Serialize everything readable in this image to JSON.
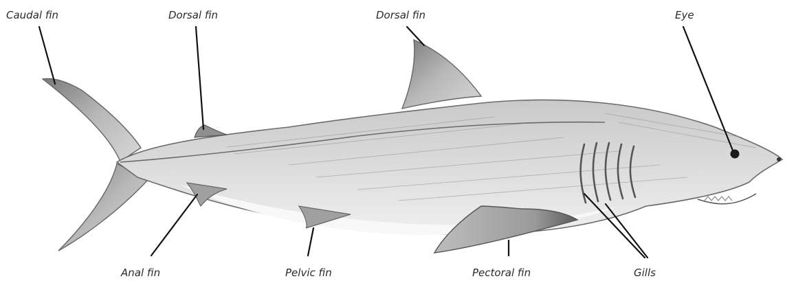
{
  "diagram": {
    "subject": "shark",
    "colors": {
      "body": "#dcdcdc",
      "shade": "#8a8a8a",
      "dark": "#4a4a4a",
      "belly": "#f7f7f7",
      "leader": "#111111",
      "text": "#2a2a2a"
    },
    "labels": {
      "caudal_fin": "Caudal fin",
      "dorsal_fin_rear": "Dorsal fin",
      "dorsal_fin_front": "Dorsal fin",
      "eye": "Eye",
      "anal_fin": "Anal fin",
      "pelvic_fin": "Pelvic fin",
      "pectoral_fin": "Pectoral fin",
      "gills": "Gills"
    }
  }
}
